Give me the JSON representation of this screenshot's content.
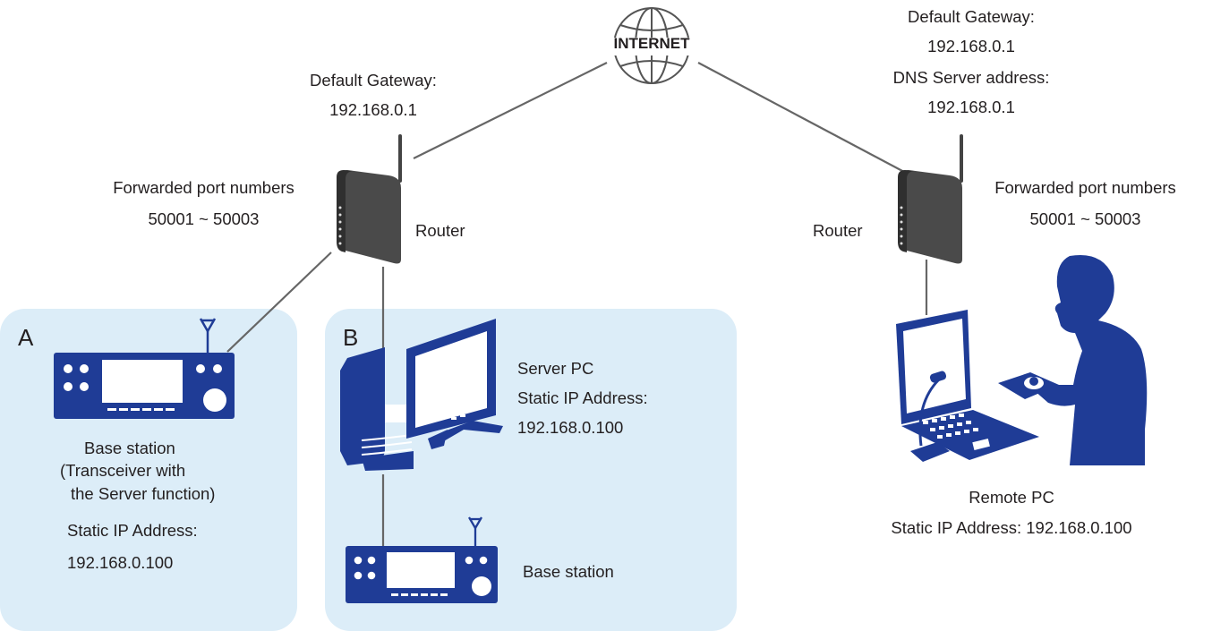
{
  "internet": {
    "label": "INTERNET"
  },
  "left_router": {
    "gateway_label": "Default Gateway:",
    "gateway_ip": "192.168.0.1",
    "fwd_label": "Forwarded port numbers",
    "fwd_ports": "50001 ~ 50003",
    "name": "Router"
  },
  "right_router": {
    "gateway_label": "Default Gateway:",
    "gateway_ip": "192.168.0.1",
    "dns_label": "DNS Server address:",
    "dns_ip": "192.168.0.1",
    "fwd_label": "Forwarded port numbers",
    "fwd_ports": "50001 ~ 50003",
    "name": "Router"
  },
  "panel_a": {
    "letter": "A",
    "device_name": "Base station",
    "device_desc_1": "(Transceiver with",
    "device_desc_2": "the Server function)",
    "ip_label": "Static IP Address:",
    "ip": "192.168.0.100"
  },
  "panel_b": {
    "letter": "B",
    "server_name": "Server PC",
    "ip_label": "Static IP Address:",
    "ip": "192.168.0.100",
    "base_station": "Base station"
  },
  "remote": {
    "name": "Remote PC",
    "ip_line": "Static IP Address: 192.168.0.100"
  },
  "colors": {
    "device_blue": "#1f3c96",
    "panel_bg": "#dcedf8",
    "wire": "#666666",
    "router_body": "#4a4a4a"
  }
}
